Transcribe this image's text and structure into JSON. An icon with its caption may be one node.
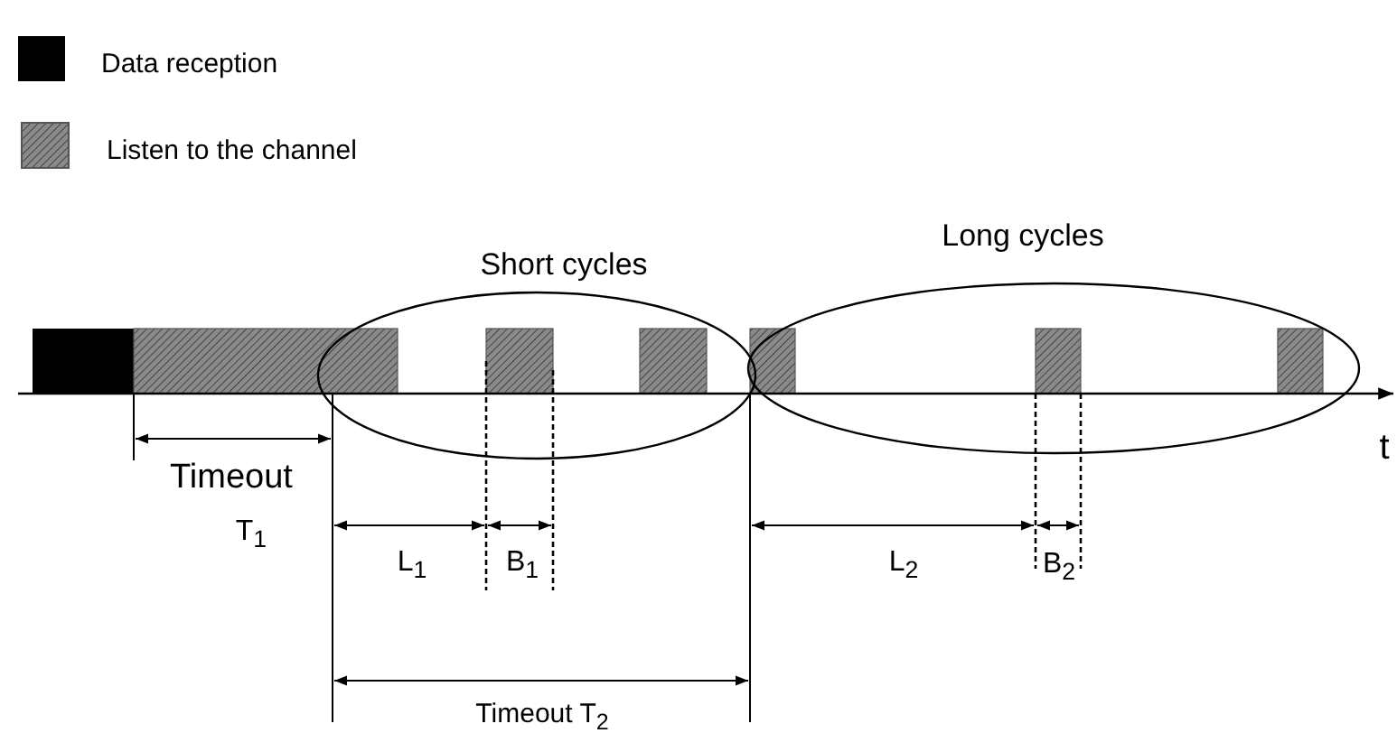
{
  "diagram": {
    "nodes": [
      {
        "text": [
          "Short cycles"
        ]
      },
      {
        "text": [
          "Long cycles"
        ]
      }
    ],
    "labels": [
      "t",
      "Timeout",
      "T$_{1}$",
      "L$_{1}$",
      "B$_{1}$",
      "L$_{2}$",
      "B$_{2}$",
      "Timeout T$_{2}$"
    ],
    "legend": [
      {
        "text": "Data reception",
        "color": "#000000"
      },
      {
        "text": "Listen to the channel"
      }
    ]
  }
}
